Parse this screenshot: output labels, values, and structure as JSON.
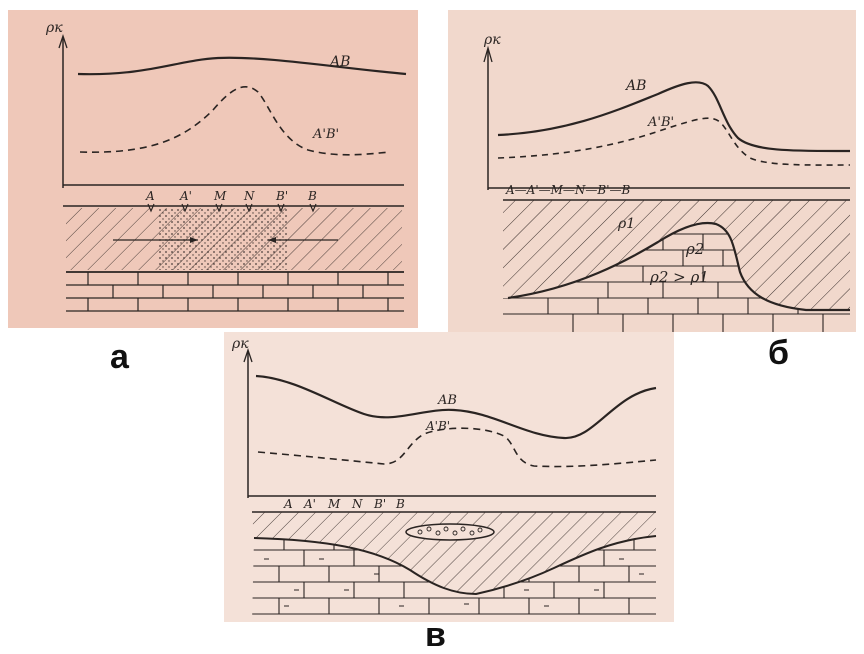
{
  "colors": {
    "paper_a": "#efc8b9",
    "paper_b": "#f1d8cc",
    "paper_c": "#f4e1d8",
    "ink": "#2a2422"
  },
  "panels": {
    "a": {
      "caption": "а",
      "y_axis_label": "ρк",
      "curve_solid_label": "AB",
      "curve_dashed_label": "A'B'",
      "electrodes": [
        "A",
        "A'",
        "M",
        "N",
        "B'",
        "B"
      ]
    },
    "b": {
      "caption": "б",
      "y_axis_label": "ρк",
      "curve_solid_label": "AB",
      "curve_dashed_label": "A'B'",
      "electrode_line": "A—A'—M—N—B'—B",
      "layer_top_label": "ρ1",
      "body_label": "ρ2",
      "relation_label": "ρ2 > ρ1"
    },
    "c": {
      "caption": "в",
      "y_axis_label": "ρк",
      "curve_solid_label": "AB",
      "curve_dashed_label": "A'B'",
      "electrodes": [
        "A",
        "A'",
        "M",
        "N",
        "B'",
        "B"
      ]
    }
  }
}
